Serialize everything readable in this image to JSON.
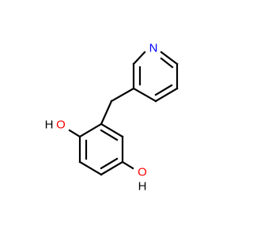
{
  "diagram": {
    "type": "chemical-structure",
    "colors": {
      "background": "#ffffff",
      "bond": "#000000",
      "nitrogen": "#0000ff",
      "oxygen": "#ff0000",
      "hydrogen": "#000000"
    },
    "atom_labels": {
      "nitrogen": "N",
      "hydroxyl_upper_oxygen": "O",
      "hydroxyl_upper_hydrogen": "H",
      "hydroxyl_lower_oxygen": "O",
      "hydroxyl_lower_hydrogen": "H"
    }
  }
}
